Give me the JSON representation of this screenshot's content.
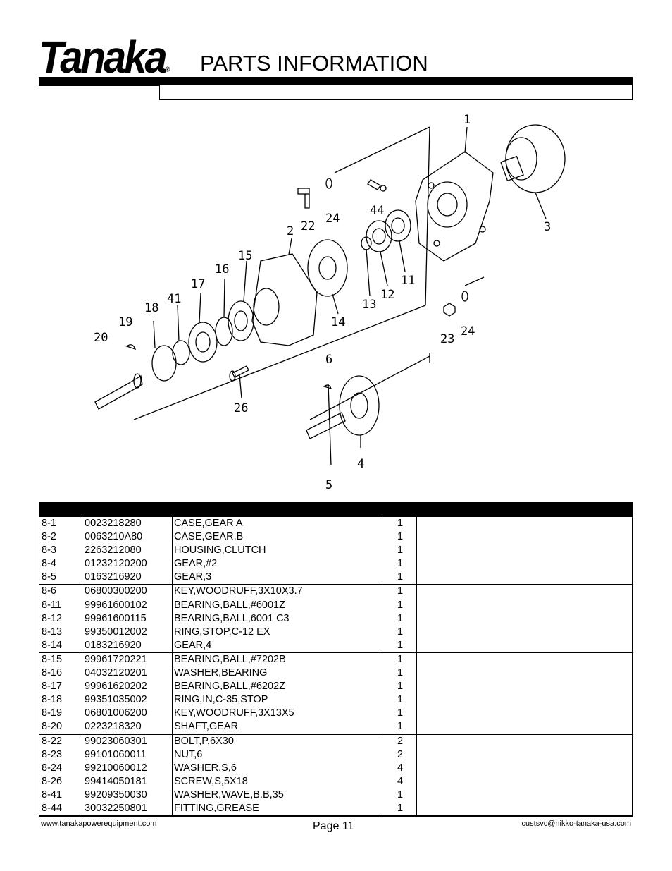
{
  "header": {
    "logo_text": "Tanaka",
    "logo_mark": "®",
    "title": "PARTS INFORMATION"
  },
  "diagram": {
    "callouts": [
      "1",
      "2",
      "3",
      "4",
      "5",
      "6",
      "11",
      "12",
      "13",
      "14",
      "15",
      "16",
      "17",
      "18",
      "19",
      "20",
      "22",
      "23",
      "24",
      "24",
      "26",
      "41",
      "44"
    ]
  },
  "parts": [
    [
      {
        "ref": "8-1",
        "part_no": "0023218280",
        "desc": "CASE,GEAR A",
        "qty": "1"
      },
      {
        "ref": "8-2",
        "part_no": "0063210A80",
        "desc": "CASE,GEAR,B",
        "qty": "1"
      },
      {
        "ref": "8-3",
        "part_no": "2263212080",
        "desc": "HOUSING,CLUTCH",
        "qty": "1"
      },
      {
        "ref": "8-4",
        "part_no": "01232120200",
        "desc": "GEAR,#2",
        "qty": "1"
      },
      {
        "ref": "8-5",
        "part_no": "0163216920",
        "desc": "GEAR,3",
        "qty": "1"
      }
    ],
    [
      {
        "ref": "8-6",
        "part_no": "06800300200",
        "desc": "KEY,WOODRUFF,3X10X3.7",
        "qty": "1"
      },
      {
        "ref": "8-11",
        "part_no": "99961600102",
        "desc": "BEARING,BALL,#6001Z",
        "qty": "1"
      },
      {
        "ref": "8-12",
        "part_no": "99961600115",
        "desc": "BEARING,BALL,6001 C3",
        "qty": "1"
      },
      {
        "ref": "8-13",
        "part_no": "99350012002",
        "desc": "RING,STOP,C-12 EX",
        "qty": "1"
      },
      {
        "ref": "8-14",
        "part_no": "0183216920",
        "desc": "GEAR,4",
        "qty": "1"
      }
    ],
    [
      {
        "ref": "8-15",
        "part_no": "99961720221",
        "desc": "BEARING,BALL,#7202B",
        "qty": "1"
      },
      {
        "ref": "8-16",
        "part_no": "04032120201",
        "desc": "WASHER,BEARING",
        "qty": "1"
      },
      {
        "ref": "8-17",
        "part_no": "99961620202",
        "desc": "BEARING,BALL,#6202Z",
        "qty": "1"
      },
      {
        "ref": "8-18",
        "part_no": "99351035002",
        "desc": "RING,IN,C-35,STOP",
        "qty": "1"
      },
      {
        "ref": "8-19",
        "part_no": "06801006200",
        "desc": "KEY,WOODRUFF,3X13X5",
        "qty": "1"
      },
      {
        "ref": "8-20",
        "part_no": "0223218320",
        "desc": "SHAFT,GEAR",
        "qty": "1"
      }
    ],
    [
      {
        "ref": "8-22",
        "part_no": "99023060301",
        "desc": "BOLT,P,6X30",
        "qty": "2"
      },
      {
        "ref": "8-23",
        "part_no": "99101060011",
        "desc": "NUT,6",
        "qty": "2"
      },
      {
        "ref": "8-24",
        "part_no": "99210060012",
        "desc": "WASHER,S,6",
        "qty": "4"
      },
      {
        "ref": "8-26",
        "part_no": "99414050181",
        "desc": "SCREW,S,5X18",
        "qty": "4"
      },
      {
        "ref": "8-41",
        "part_no": "99209350030",
        "desc": "WASHER,WAVE,B.B,35",
        "qty": "1"
      },
      {
        "ref": "8-44",
        "part_no": "30032250801",
        "desc": "FITTING,GREASE",
        "qty": "1"
      }
    ]
  ],
  "footer": {
    "website": "www.tanakapowerequipment.com",
    "page": "Page 11",
    "email": "custsvc@nikko-tanaka-usa.com"
  }
}
